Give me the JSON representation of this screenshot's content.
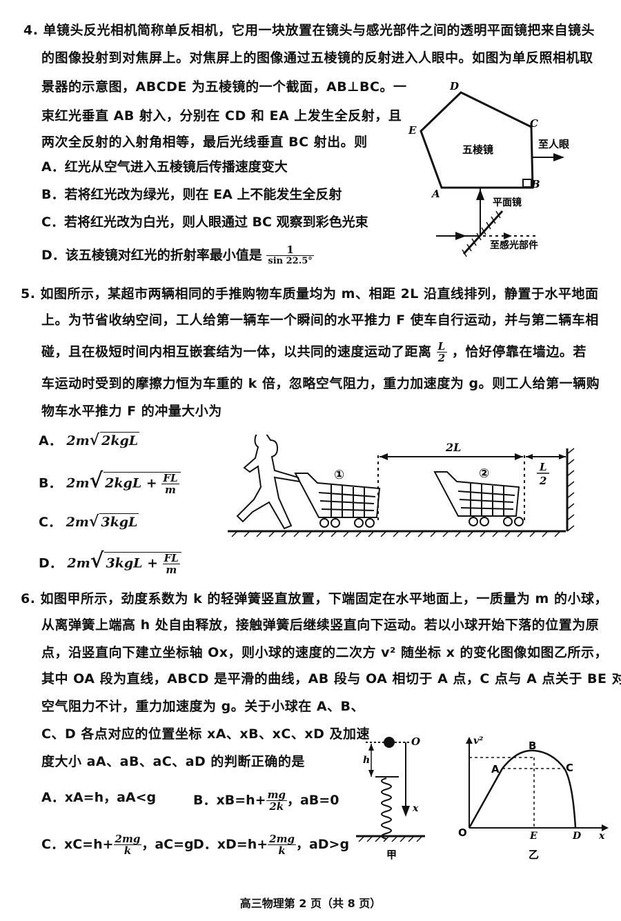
{
  "q4": {
    "lines": [
      "4. 单镜头反光相机简称单反相机，它用一块放置在镜头与感光部件之间的透明平面镜把来自镜头",
      "的图像投射到对焦屏上。对焦屏上的图像通过五棱镜的反射进入人眼中。如图为单反照相机取",
      "景器的示意图，ABCDE 为五棱镜的一个截面，AB⊥BC。一",
      "束红光垂直 AB 射入，分别在 CD 和 EA 上发生全反射，且",
      "两次全反射的入射角相等，最后光线垂直 BC 射出。则"
    ],
    "options": {
      "A": "A．红光从空气进入五棱镜后传播速度变大",
      "B": "B．若将红光改为绿光，则在 EA 上不能发生全反射",
      "C": "C．若将红光改为白光，则人眼通过 BC 观察到彩色光束",
      "D_prefix": "D．该五棱镜对红光的折射率最小值是",
      "D_num": "1",
      "D_den": "sin 22.5°"
    },
    "figure": {
      "label_D": "D",
      "label_E": "E",
      "label_C": "C",
      "label_A": "A",
      "label_B": "B",
      "prism_label": "五棱镜",
      "eye_label": "至人眼",
      "mirror_label": "平面镜",
      "sensor_label": "至感光部件"
    }
  },
  "q5": {
    "lines": [
      "5. 如图所示，某超市两辆相同的手推购物车质量均为 m、相距 2L 沿直线排列，静置于水平地面",
      "上。为节省收纳空间，工人给第一辆车一个瞬间的水平推力 F 使车自行运动，并与第二辆车相",
      "碰，且在极短时间内相互嵌套结为一体，以共同的速度运动了距离",
      "，恰好停靠在墙边。若",
      "车运动时受到的摩擦力恒为车重的 k 倍，忽略空气阻力，重力加速度为 g。则工人给第一辆购",
      "物车水平推力 F 的冲量大小为"
    ],
    "frac_L": "L",
    "frac_2": "2",
    "options": {
      "A_label": "A．",
      "A_pre": "2m",
      "A_rad": "2kgL",
      "B_label": "B．",
      "B_pre": "2m",
      "B_rad": "2kgL +",
      "B_num": "FL",
      "B_den": "m",
      "C_label": "C．",
      "C_pre": "2m",
      "C_rad": "3kgL",
      "D_label": "D．",
      "D_pre": "2m",
      "D_rad": "3kgL +",
      "D_num": "FL",
      "D_den": "m"
    },
    "figure": {
      "cart1": "①",
      "cart2": "②",
      "dist": "2L",
      "wall_num": "L",
      "wall_den": "2"
    }
  },
  "q6": {
    "lines": [
      "6. 如图甲所示，劲度系数为 k 的轻弹簧竖直放置，下端固定在水平地面上，一质量为 m 的小球，",
      "从离弹簧上端高 h 处自由释放，接触弹簧后继续竖直向下运动。若以小球开始下落的位置为原",
      "点，沿竖直向下建立坐标轴 Ox，则小球的速度的二次方 v² 随坐标 x 的变化图像如图乙所示，",
      "其中 OA 段为直线，ABCD 是平滑的曲线，AB 段与 OA 相切于 A 点，C 点与 A 点关于 BE 对称，",
      "空气阻力不计，重力加速度为 g。关于小球在 A、B、",
      "C、D 各点对应的位置坐标 xA、xB、xC、xD 及加速",
      "度大小 aA、aB、aC、aD 的判断正确的是"
    ],
    "options": {
      "A": "A．xA=h，aA<g",
      "B_pre": "B．xB=h+",
      "B_num": "mg",
      "B_den": "2k",
      "B_post": "，aB=0",
      "C_pre": "C．xC=h+",
      "C_num": "2mg",
      "C_den": "k",
      "C_post": "，aC=g",
      "D_pre": "D．xD=h+",
      "D_num": "2mg",
      "D_den": "k",
      "D_post": "，aD>g"
    },
    "fig_jia": {
      "O": "O",
      "h": "h",
      "x": "x",
      "caption": "甲"
    },
    "fig_yi": {
      "v2": "v²",
      "B": "B",
      "A": "A",
      "C": "C",
      "O": "O",
      "E": "E",
      "D": "D",
      "x": "x",
      "caption": "乙"
    }
  },
  "footer": "高三物理第 2 页（共 8 页）"
}
